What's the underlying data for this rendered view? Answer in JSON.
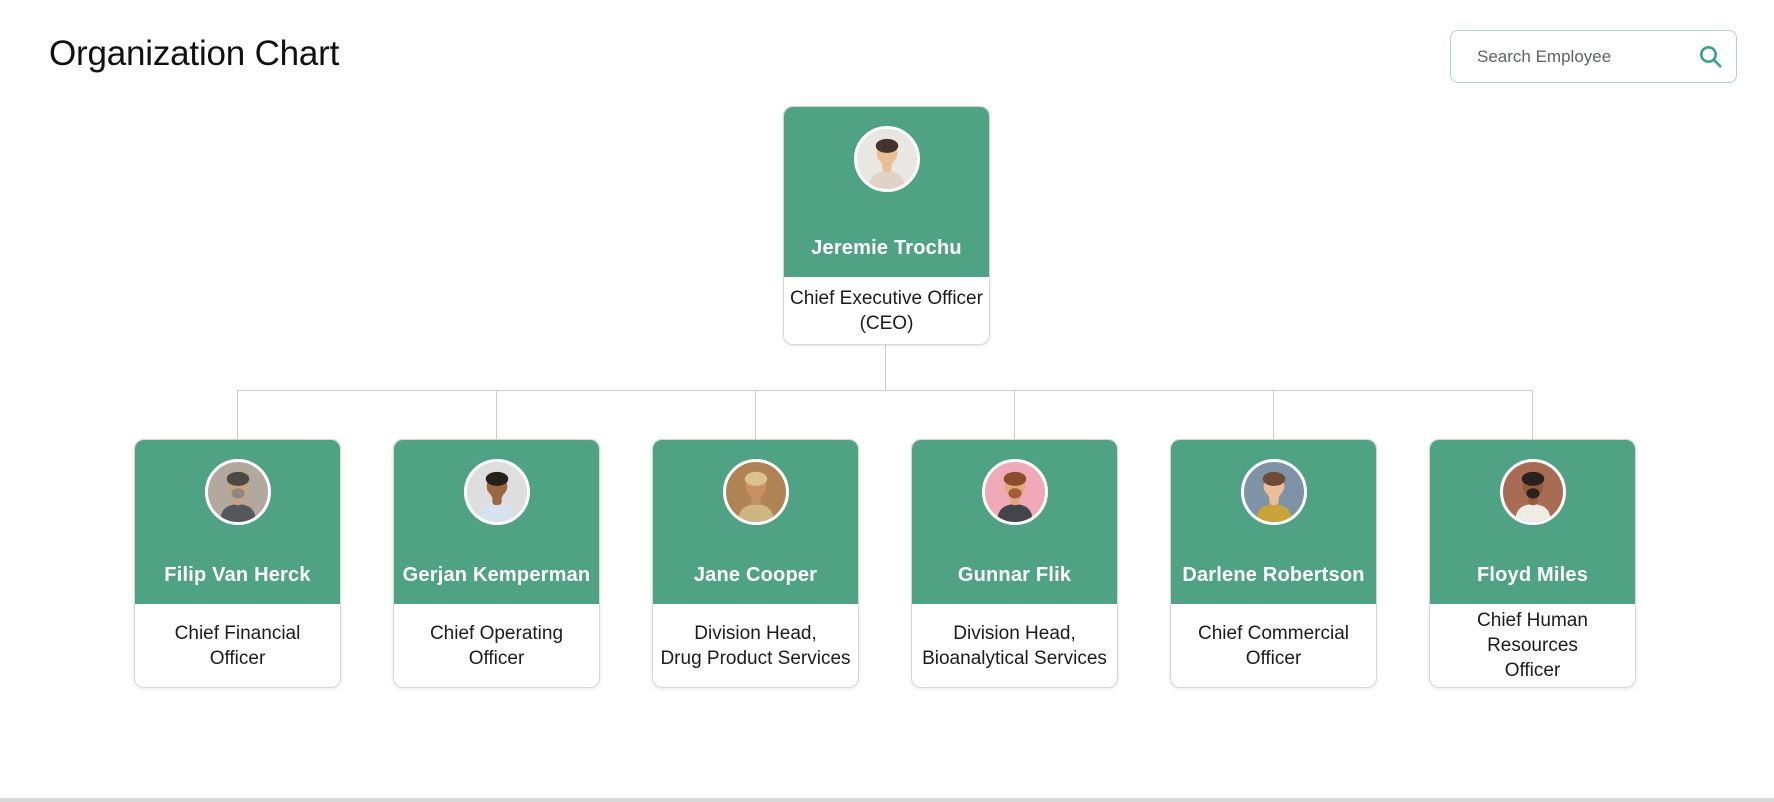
{
  "page": {
    "title": "Organization Chart"
  },
  "search": {
    "placeholder": "Search Employee",
    "icon": "search-icon"
  },
  "theme": {
    "header_green": "#4FA384",
    "accent_green": "#3BA185",
    "search_border": "#AFD5C6",
    "connector_gray": "#CCCCCC",
    "card_border": "#D7D7D7",
    "name_text": "#FFFFFF",
    "body_text": "#1B1B1B",
    "scrollbar_gray": "#D8D8D8"
  },
  "org": {
    "ceo": {
      "name": "Jeremie Trochu",
      "title_lines": [
        "Chief Executive Officer",
        "(CEO)"
      ],
      "avatar": {
        "bg": "#E9E7E2",
        "hair": "#44332D",
        "skin": "#EBBE94",
        "shirt": "#DDD4C5",
        "beard": "#EBBE94"
      }
    },
    "reports": [
      {
        "name": "Filip Van Herck",
        "title_lines": [
          "Chief Financial",
          "Officer"
        ],
        "avatar": {
          "bg": "#B3A89D",
          "hair": "#4C4843",
          "skin": "#C9A183",
          "shirt": "#54585C",
          "beard": "#8E8880"
        }
      },
      {
        "name": "Gerjan Kemperman",
        "title_lines": [
          "Chief Operating",
          "Officer"
        ],
        "avatar": {
          "bg": "#DEDEDE",
          "hair": "#26201B",
          "skin": "#9A6743",
          "shirt": "#D5E3F0",
          "beard": "#9A6743"
        }
      },
      {
        "name": "Jane Cooper",
        "title_lines": [
          "Division Head,",
          "Drug Product Services"
        ],
        "avatar": {
          "bg": "#B08355",
          "hair": "#DAC18F",
          "skin": "#C79067",
          "shirt": "#CDB584",
          "beard": "#C79067"
        }
      },
      {
        "name": "Gunnar Flik",
        "title_lines": [
          "Division Head,",
          "Bioanalytical Services"
        ],
        "avatar": {
          "bg": "#F0AAB7",
          "hair": "#8C4E2A",
          "skin": "#E2A87F",
          "shirt": "#43454B",
          "beard": "#A55E33"
        }
      },
      {
        "name": "Darlene Robertson",
        "title_lines": [
          "Chief Commercial",
          "Officer"
        ],
        "avatar": {
          "bg": "#7E93A6",
          "hair": "#6E4B34",
          "skin": "#EBBD98",
          "shirt": "#C9A23A",
          "beard": "#EBBD98"
        }
      },
      {
        "name": "Floyd Miles",
        "title_lines": [
          "Chief Human Resources",
          "Officer"
        ],
        "avatar": {
          "bg": "#A86B53",
          "hair": "#2A211C",
          "skin": "#8F5E3C",
          "shirt": "#EFEBE5",
          "beard": "#2A211C"
        }
      }
    ]
  }
}
